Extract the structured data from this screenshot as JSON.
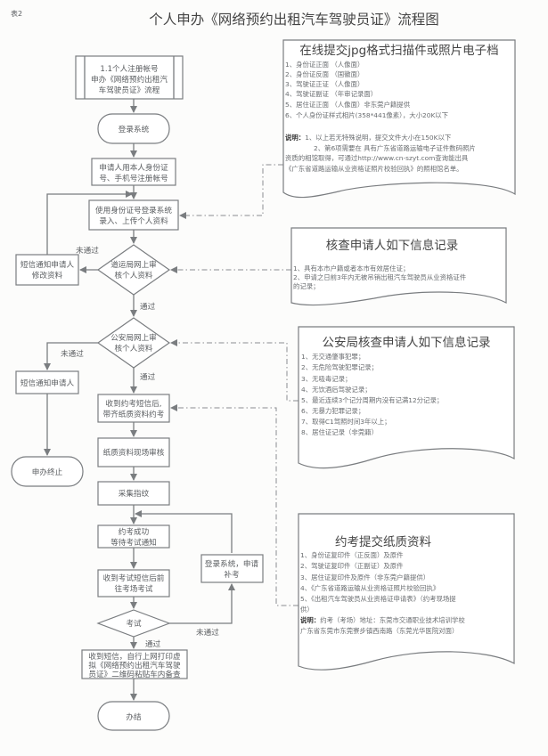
{
  "page": {
    "label": "表2",
    "title": "个人申办《网络预约出租汽车驾驶员证》流程图"
  },
  "flow": {
    "start_process": [
      "1.1个人注册帐号",
      "申办《网络预约出租汽",
      "车驾驶员证》流程"
    ],
    "login": "登录系统",
    "register": [
      "申请人用本人身份证",
      "号、手机号注册帐号"
    ],
    "upload": [
      "使用身份证号登录系统",
      "录入、上传个人资料"
    ],
    "transport_review": [
      "道运局网上审",
      "核个人资料"
    ],
    "notify_modify": [
      "短信通知申请人",
      "修改资料"
    ],
    "police_review": [
      "公安局网上审",
      "核个人资料"
    ],
    "notify_applicant": "短信通知申请人",
    "terminate": "申办终止",
    "book_exam": [
      "收到约考短信后,",
      "带齐纸质资料约考"
    ],
    "paper_review": "纸质资料现场审核",
    "fingerprint": "采集指纹",
    "booking_success": [
      "约考成功",
      "等待考试通知"
    ],
    "go_exam": [
      "收到考试短信后前",
      "往考场考试"
    ],
    "exam": "考试",
    "retake": [
      "登录系统，申请",
      "补考"
    ],
    "print_cert": [
      "收到短信，自行上网打印虚",
      "拟《网络预约出租汽车驾驶",
      "员证》二维码粘贴车内备查"
    ],
    "done": "办结",
    "labels": {
      "fail1": "未通过",
      "pass1": "通过",
      "fail2": "未通过",
      "pass2": "通过",
      "fail3": "未通过",
      "pass3": "通过"
    }
  },
  "docs": {
    "online": {
      "title": "在线提交jpg格式扫描件或照片电子档",
      "items": [
        "1、身份证正面 （人像面）",
        "2、身份证反面 （国徽面）",
        "3、驾驶证正证 （人像面）",
        "4、驾驶证副证 （年审记录面）",
        "5、居住证正面  （人像面）非东莞户籍提供",
        "6、个人身份证样式相片(358*441像素），大小20K以下"
      ],
      "note_label": "说明：",
      "note_lines": [
        "1、以上若无特殊说明，提交文件大小在150K以下",
        "2、第6项需要在 具有广东省道路运输电子证件数码照片",
        "资质的相馆取得，可通过http://www.cn-szyt.com查询能出具",
        "《广东省道路运输从业资格证照片校验回执》的照相馆名单。"
      ]
    },
    "transport": {
      "title": "核查申请人如下信息记录",
      "items": [
        "1、具有本市户籍或者本市有效居住证；",
        "2、申请之日前3年内无被吊销出租汽车驾驶员从业资格证件",
        "的记录；"
      ]
    },
    "police": {
      "title": "公安局核查申请人如下信息记录",
      "items": [
        "1、无交通肇事犯罪；",
        "2、无危险驾驶犯罪记录；",
        "3、无吸毒记录；",
        "4、无饮酒后驾驶记录；",
        "5、最近连续3个记分周期内没有记满12分记录；",
        "6、无暴力犯罪记录；",
        "7、取得C1驾照时间3年以上；",
        "8、居住证记录（非莞籍）"
      ]
    },
    "paper": {
      "title": "约考提交纸质资料",
      "items": [
        "1、身份证复印件（正反面）及原件",
        "2、驾驶证复印件（正副证）及原件",
        "3、居住证复印件及原件（非东莞户籍提供）",
        "4、《广东省道路运输从业资格证照片校验回执》",
        "5、《出租汽车驾驶员从业资格证申请表》（约考现场提",
        "供）"
      ],
      "note_label": "说明：",
      "note_lines": [
        "约考（考场）地址：东莞市交通职业技术培训学校",
        "广东省东莞市东莞寮步镇西南路（东莞光华医院对面）"
      ]
    }
  },
  "colors": {
    "stroke": "#7a7d80",
    "text": "#5a5d60",
    "background": "#fcfcfb"
  }
}
